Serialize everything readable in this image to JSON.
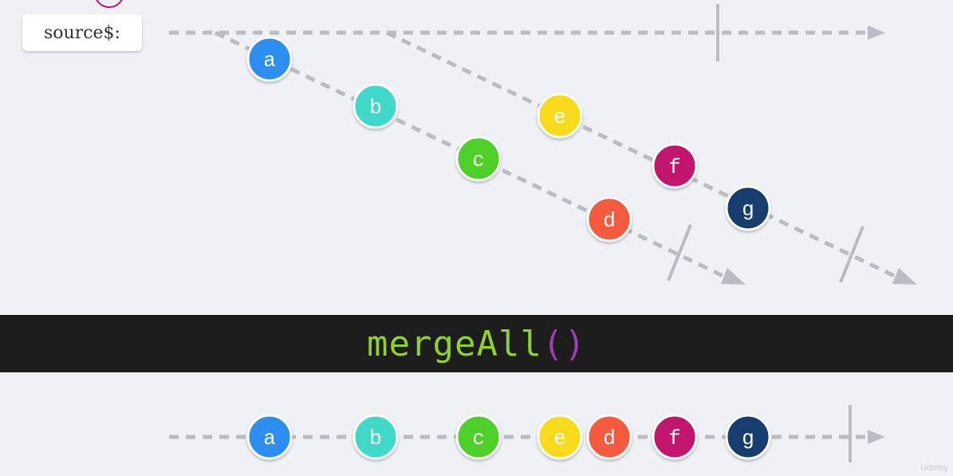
{
  "source_label": "source$:",
  "operator": {
    "name": "mergeAll",
    "parens": "()"
  },
  "marbles": [
    {
      "label": "a",
      "color": "#2e8ef0"
    },
    {
      "label": "b",
      "color": "#3fd8c8"
    },
    {
      "label": "c",
      "color": "#4fcf2a"
    },
    {
      "label": "d",
      "color": "#f45a3c"
    },
    {
      "label": "e",
      "color": "#f7da1e"
    },
    {
      "label": "f",
      "color": "#c2166e"
    },
    {
      "label": "g",
      "color": "#143e6e"
    }
  ],
  "colors": {
    "background": "#f0f1f4",
    "timeline": "#b9bcc4",
    "operator_bar": "#1d1d1d",
    "operator_name": "#8fd12d",
    "operator_parens": "#9b3fb5"
  },
  "watermark": "Udemy"
}
